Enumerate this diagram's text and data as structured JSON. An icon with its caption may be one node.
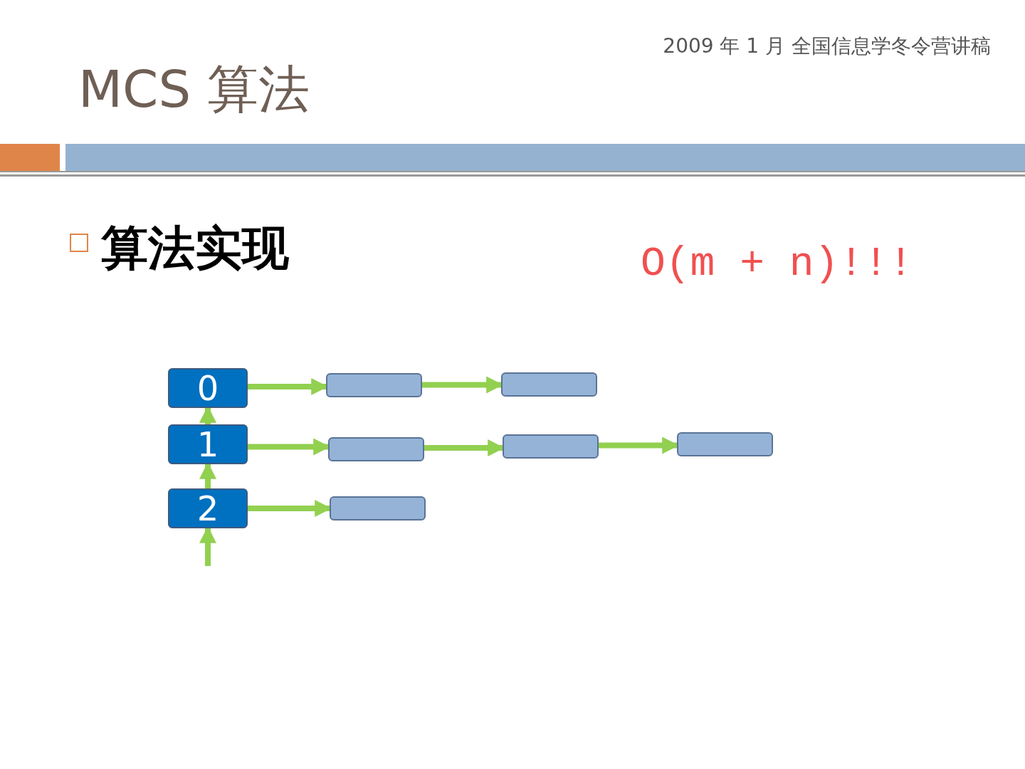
{
  "diagram": {
    "title": "MCS 算法",
    "nodes": [
      {
        "text": [
          "0"
        ]
      },
      {
        "text": [],
        "shape": "box"
      },
      {
        "text": [],
        "shape": "box"
      },
      {
        "text": [
          "1"
        ]
      },
      {
        "text": [],
        "shape": "box"
      },
      {
        "text": [],
        "shape": "box"
      },
      {
        "text": [],
        "shape": "box"
      },
      {
        "text": [
          "2"
        ]
      },
      {
        "text": [],
        "shape": "box"
      }
    ],
    "edges": [
      {
        "from": 0,
        "to": 1,
        "arrow": "to"
      },
      {
        "from": 1,
        "to": 2,
        "arrow": "to"
      },
      {
        "from": 3,
        "to": 4,
        "arrow": "to"
      },
      {
        "from": 4,
        "to": 5,
        "arrow": "to"
      },
      {
        "from": 5,
        "to": 6,
        "arrow": "to"
      },
      {
        "from": 7,
        "to": 8,
        "arrow": "to"
      },
      {
        "from": null,
        "to": 7,
        "arrow": "to"
      },
      {
        "from": 7,
        "to": 3,
        "arrow": "to"
      },
      {
        "from": 3,
        "to": 0,
        "arrow": "to"
      }
    ],
    "labels": [
      "2009 年 1 月 全国信息学冬令营讲稿",
      "算法实现",
      "O(m + n)!!!"
    ]
  }
}
